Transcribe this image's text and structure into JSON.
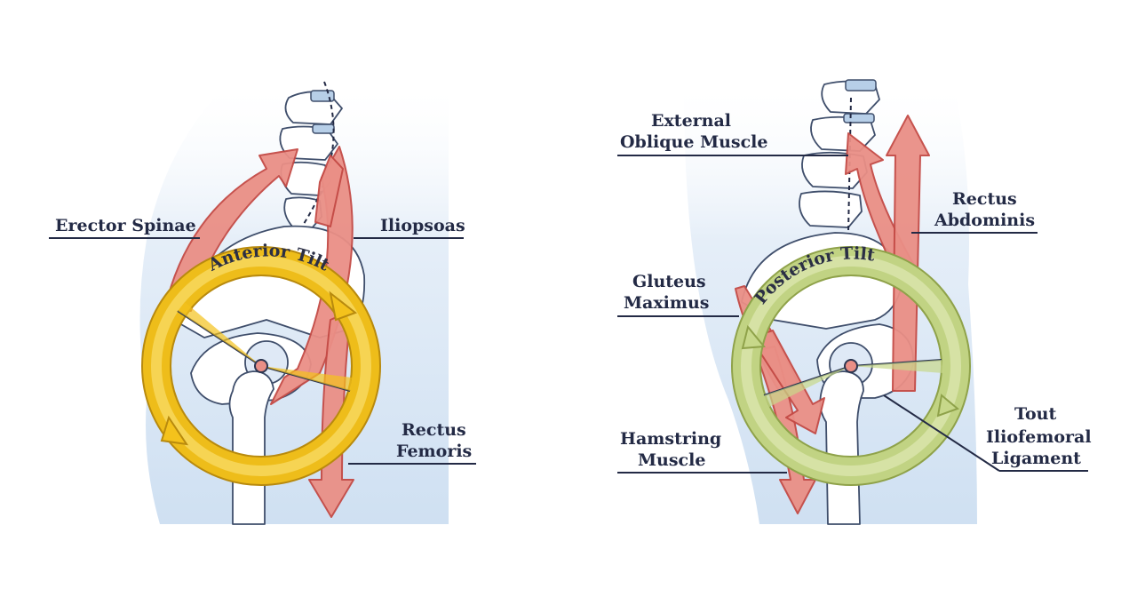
{
  "panels": {
    "anterior": {
      "ring_label": "Anterior Tilt",
      "ring_color": "#f4c21c",
      "labels": {
        "erector_spinae": "Erector Spinae",
        "iliopsoas": "Iliopsoas",
        "rectus_femoris_line1": "Rectus",
        "rectus_femoris_line2": "Femoris"
      }
    },
    "posterior": {
      "ring_label": "Posterior Tilt",
      "ring_color": "#c7d88a",
      "labels": {
        "external_oblique_line1": "External",
        "external_oblique_line2": "Oblique Muscle",
        "rectus_abdominis_line1": "Rectus",
        "rectus_abdominis_line2": "Abdominis",
        "gluteus_maximus_line1": "Gluteus",
        "gluteus_maximus_line2": "Maximus",
        "hamstring_line1": "Hamstring",
        "hamstring_line2": "Muscle",
        "iliofemoral_line1": "Tout",
        "iliofemoral_line2": "Iliofemoral",
        "iliofemoral_line3": "Ligament"
      }
    }
  },
  "colors": {
    "muscle": "#ea8f86",
    "body_silhouette": "#dbe8f5",
    "bone_outline": "#3f4e6b"
  }
}
